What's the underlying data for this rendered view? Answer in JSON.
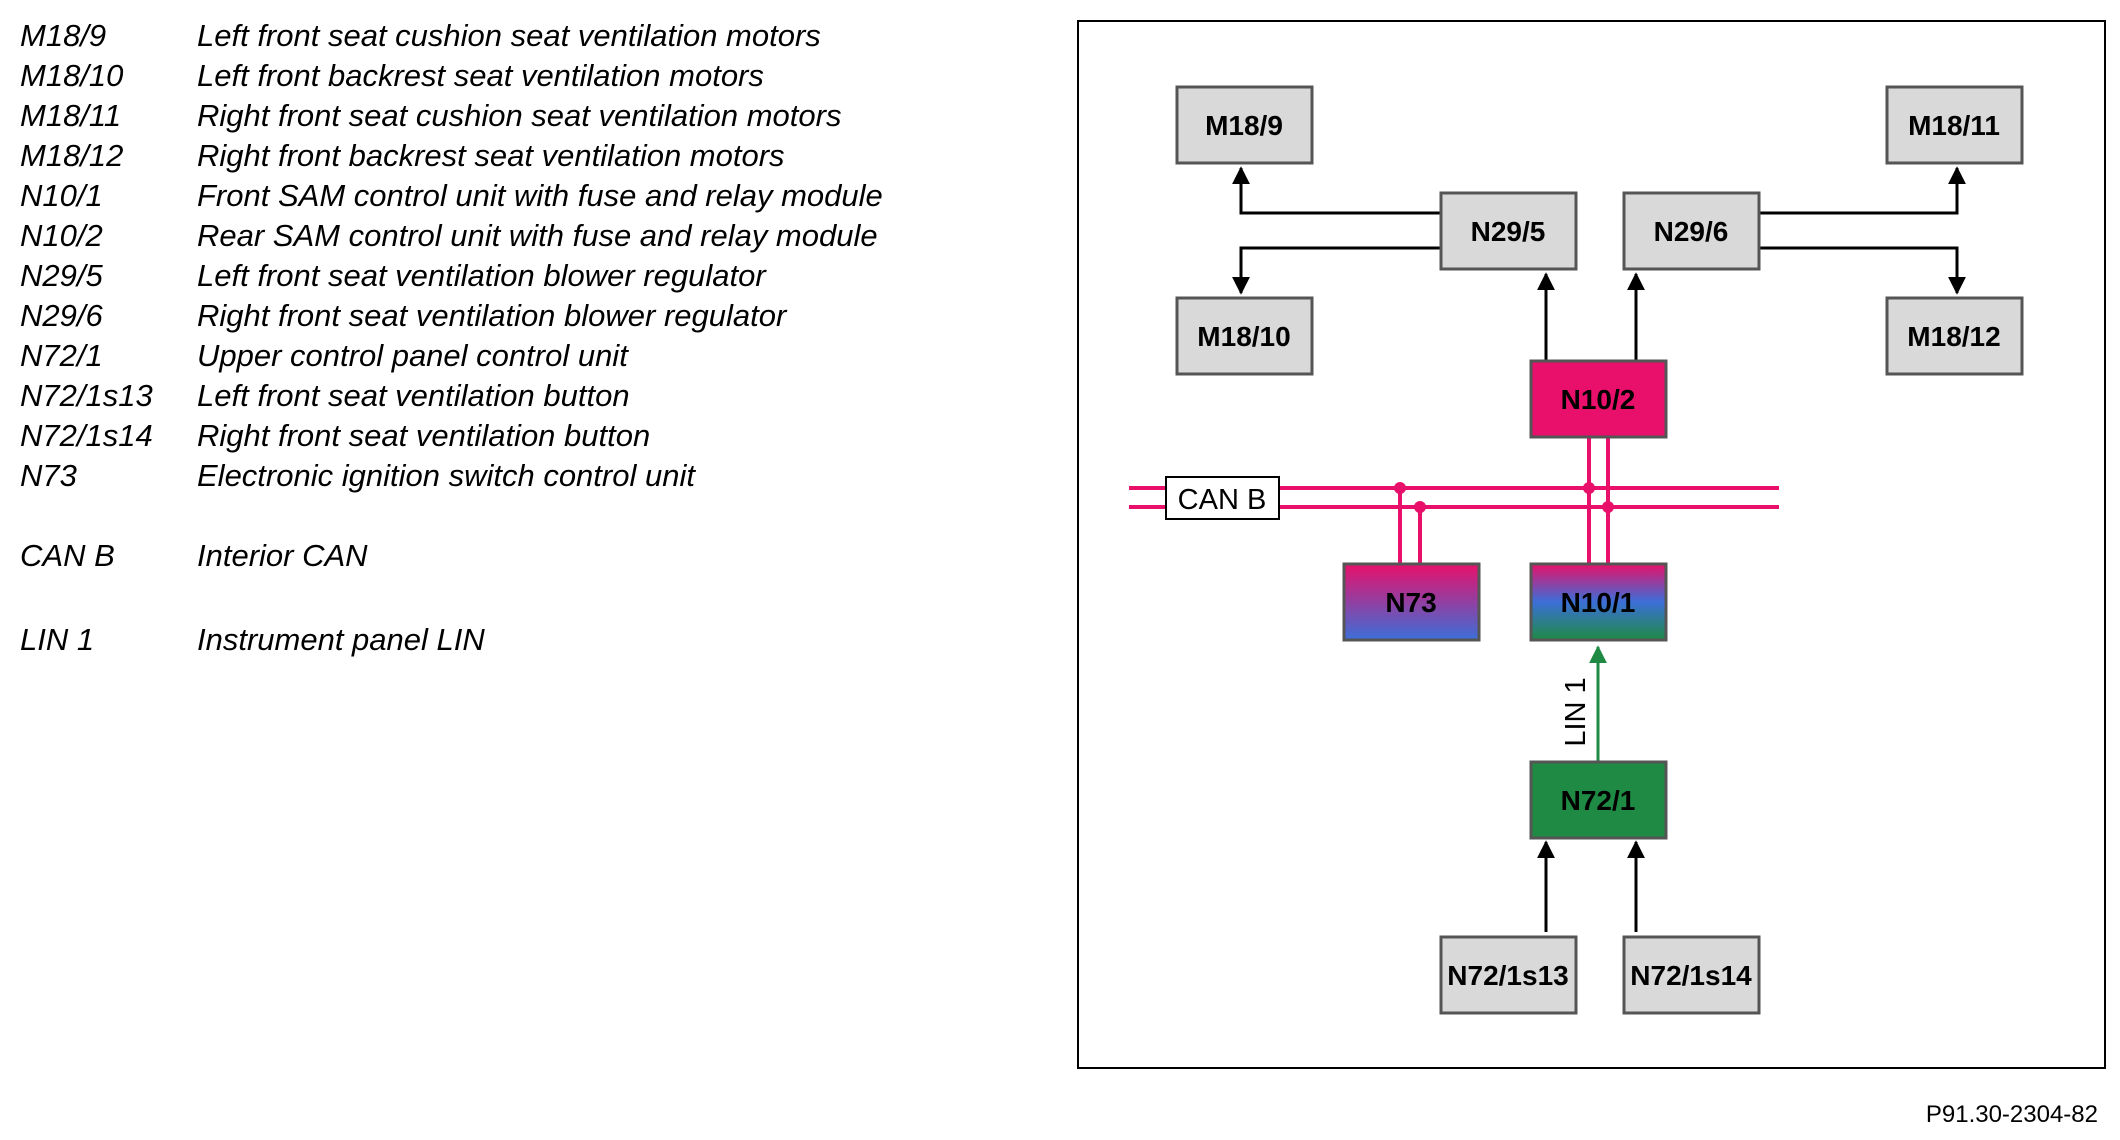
{
  "legend": [
    {
      "code": "M18/9",
      "description": "Left front seat cushion seat ventilation motors"
    },
    {
      "code": "M18/10",
      "description": "Left front backrest seat ventilation motors"
    },
    {
      "code": "M18/11",
      "description": "Right front seat cushion seat ventilation motors"
    },
    {
      "code": "M18/12",
      "description": "Right front backrest seat ventilation motors"
    },
    {
      "code": "N10/1",
      "description": "Front SAM control unit with fuse and relay module"
    },
    {
      "code": "N10/2",
      "description": "Rear SAM control unit with fuse and relay module"
    },
    {
      "code": "N29/5",
      "description": "Left front seat ventilation blower regulator"
    },
    {
      "code": "N29/6",
      "description": "Right front seat ventilation blower regulator"
    },
    {
      "code": "N72/1",
      "description": "Upper control panel control unit"
    },
    {
      "code": "N72/1s13",
      "description": "Left front seat ventilation button"
    },
    {
      "code": "N72/1s14",
      "description": "Right front seat ventilation button"
    },
    {
      "code": "N73",
      "description": "Electronic ignition switch control unit"
    },
    {
      "code": "CAN B",
      "description": "Interior CAN"
    },
    {
      "code": "LIN 1",
      "description": "Instrument panel LIN"
    }
  ],
  "diagram": {
    "boxes": {
      "m18_9": "M18/9",
      "m18_10": "M18/10",
      "m18_11": "M18/11",
      "m18_12": "M18/12",
      "n29_5": "N29/5",
      "n29_6": "N29/6",
      "n10_2": "N10/2",
      "n10_1": "N10/1",
      "n73": "N73",
      "n72_1": "N72/1",
      "n72_1s13": "N72/1s13",
      "n72_1s14": "N72/1s14"
    },
    "bus_can": "CAN B",
    "bus_lin": "LIN 1",
    "colors": {
      "grey_box": "#d9d9d9",
      "can": "#e8106a",
      "lin": "#1f8a43",
      "green_box": "#1f8a43",
      "blue": "#3b6fd8"
    }
  },
  "reference": "P91.30-2304-82"
}
